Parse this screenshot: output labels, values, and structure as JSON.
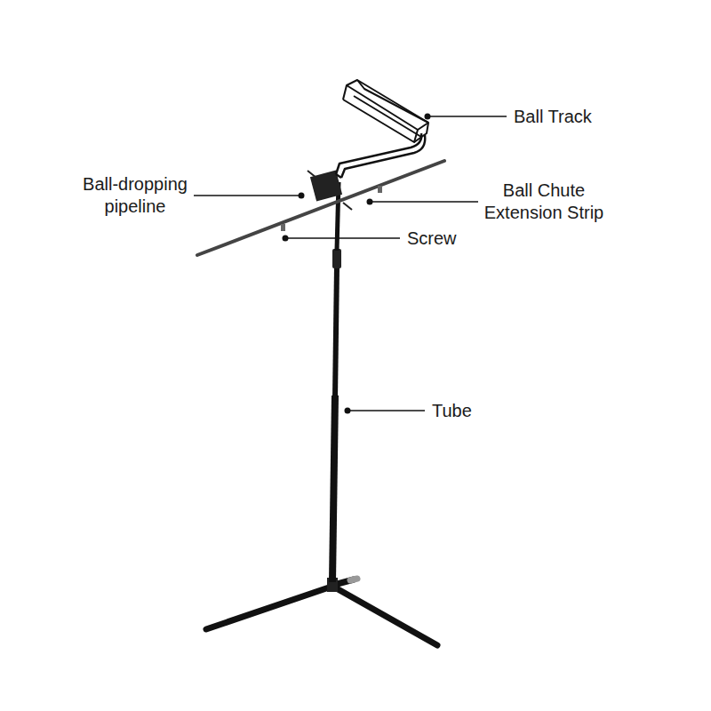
{
  "diagram": {
    "labels": [
      "Ball Track",
      "Ball-dropping pipeline",
      "Ball Chute Extension Strip",
      "Screw",
      "Tube"
    ]
  }
}
